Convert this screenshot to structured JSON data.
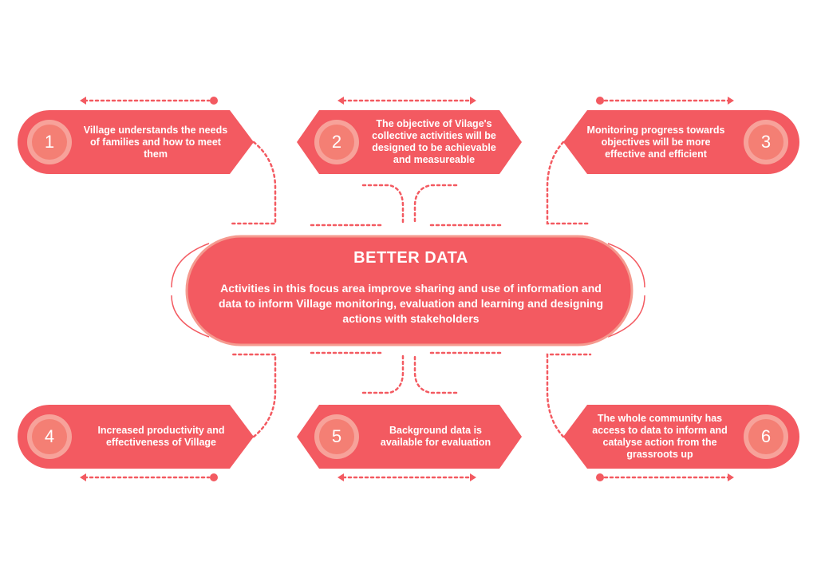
{
  "center": {
    "title": "BETTER DATA",
    "description": "Activities in this focus area improve sharing and use of information and data to inform Village monitoring, evaluation and learning and designing actions with stakeholders"
  },
  "items": [
    {
      "number": "1",
      "text": "Village understands the needs of families and how to meet them"
    },
    {
      "number": "2",
      "text": "The objective of Vilage's collective activities will be designed to be achievable and measureable"
    },
    {
      "number": "3",
      "text": "Monitoring progress towards objectives will be more effective and efficient"
    },
    {
      "number": "4",
      "text": "Increased productivity and effectiveness of Village"
    },
    {
      "number": "5",
      "text": "Background data is available for evaluation"
    },
    {
      "number": "6",
      "text": "The whole community has access to data to inform and catalyse action from the grassroots up"
    }
  ],
  "colors": {
    "primary": "#f35a61",
    "circle_ring": "#f7a29a",
    "circle_fill": "#f47f74",
    "center_border": "#f59a8f",
    "connector": "#f35a61"
  }
}
